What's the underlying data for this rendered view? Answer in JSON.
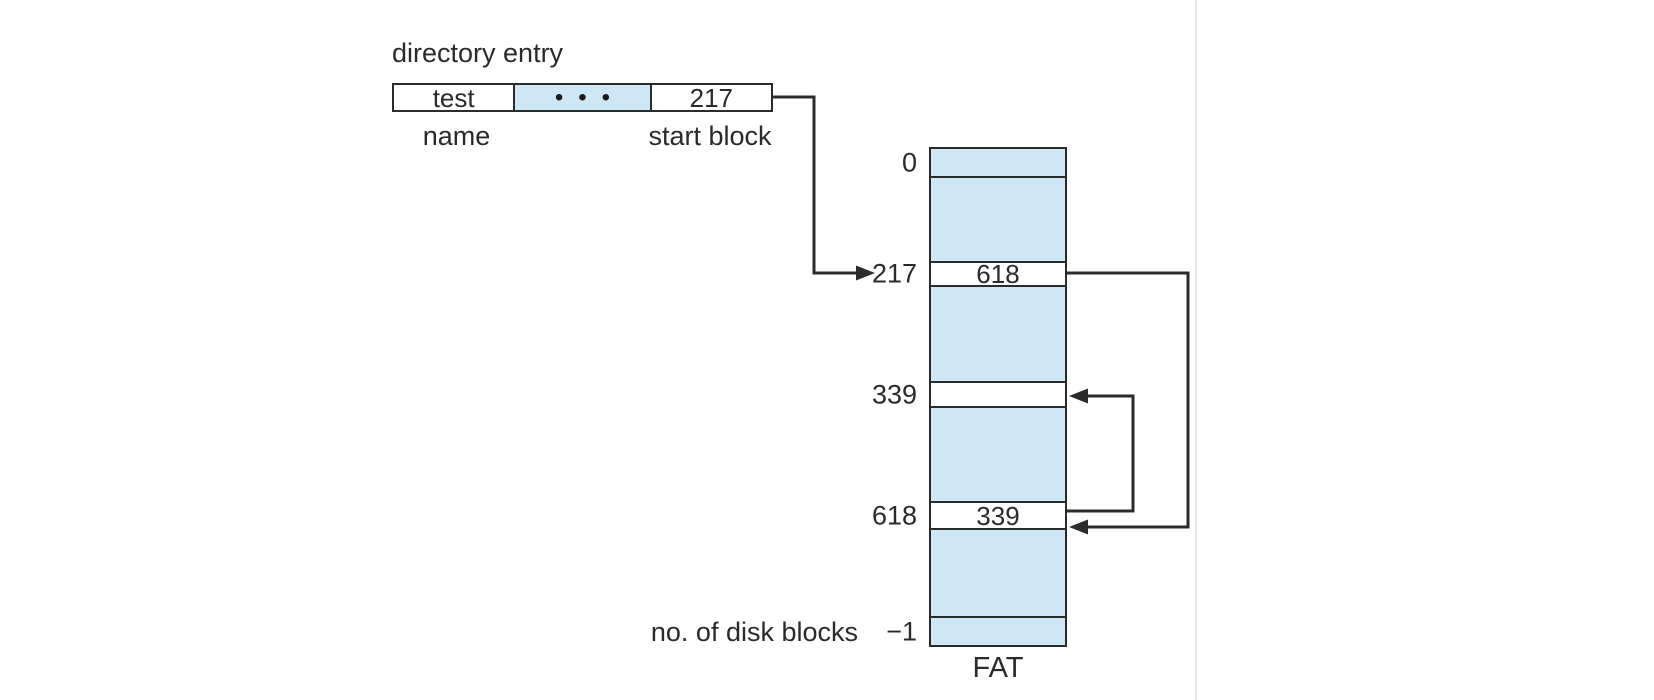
{
  "figure": {
    "directory_entry": {
      "label": "directory entry",
      "name_cell": "test",
      "ellipsis_cell": "•••",
      "start_block_cell": "217",
      "name_label": "name",
      "start_block_label": "start block"
    },
    "fat": {
      "caption": "FAT",
      "note": "no. of disk blocks",
      "rows": [
        {
          "label": "0",
          "value": ""
        },
        {
          "label": "",
          "value": ""
        },
        {
          "label": "217",
          "value": "618"
        },
        {
          "label": "",
          "value": ""
        },
        {
          "label": "339",
          "value": ""
        },
        {
          "label": "",
          "value": ""
        },
        {
          "label": "618",
          "value": "339"
        },
        {
          "label": "",
          "value": ""
        },
        {
          "label": "−1",
          "value": ""
        }
      ],
      "links": [
        {
          "from": "start block 217",
          "to": "FAT entry 217"
        },
        {
          "from": "FAT entry 217 value 618",
          "to": "FAT entry 618"
        },
        {
          "from": "FAT entry 618 value 339",
          "to": "FAT entry 339"
        }
      ]
    },
    "colors": {
      "block_fill": "#cde7f7",
      "line": "#2b2b2b",
      "background": "#ffffff"
    }
  }
}
